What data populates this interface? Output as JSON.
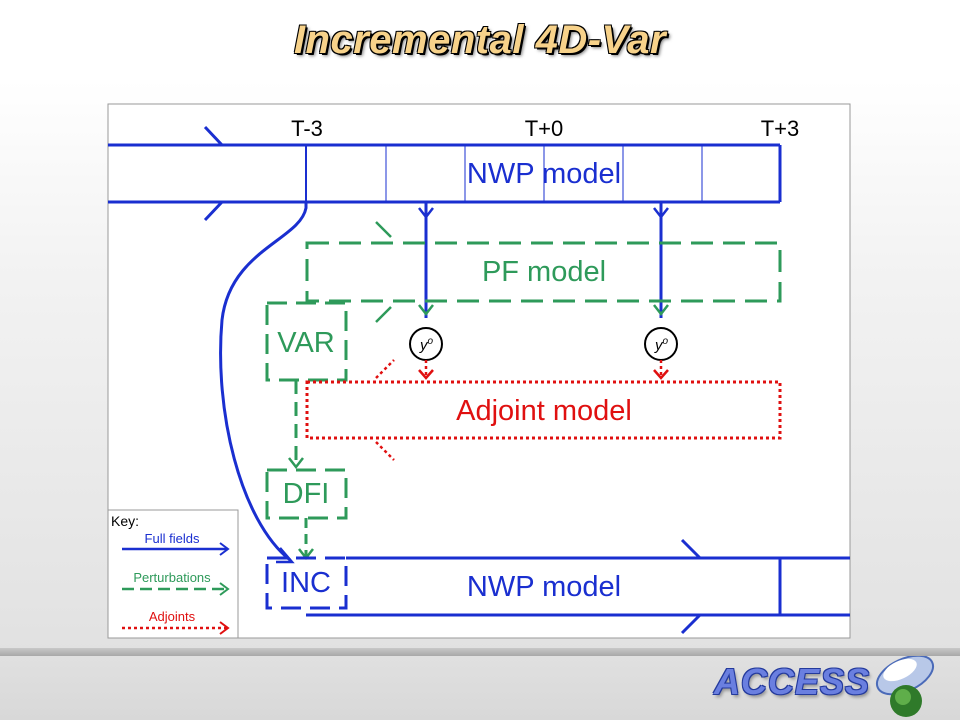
{
  "title": "Incremental 4D-Var",
  "times": [
    "T-3",
    "T+0",
    "T+3"
  ],
  "boxes": {
    "nwp_top": "NWP model",
    "pf": "PF model",
    "var": "VAR",
    "adjoint": "Adjoint model",
    "dfi": "DFI",
    "inc": "INC",
    "nwp_bottom": "NWP model"
  },
  "obs": {
    "symbol": "y",
    "superscript": "o"
  },
  "key": {
    "title": "Key:",
    "items": [
      {
        "label": "Full fields",
        "style": "solid",
        "color": "#1a2fd0"
      },
      {
        "label": "Perturbations",
        "style": "dashed",
        "color": "#2e9a5a"
      },
      {
        "label": "Adjoints",
        "style": "dotted",
        "color": "#e01010"
      }
    ]
  },
  "colors": {
    "full": "#1a2fd0",
    "perturbation": "#2e9a5a",
    "adjoint": "#e01010",
    "title": "#f7d28a",
    "logo": "#6a7fe0"
  },
  "logo": {
    "text": "ACCESS",
    "icon": "access-swirl-icon"
  }
}
